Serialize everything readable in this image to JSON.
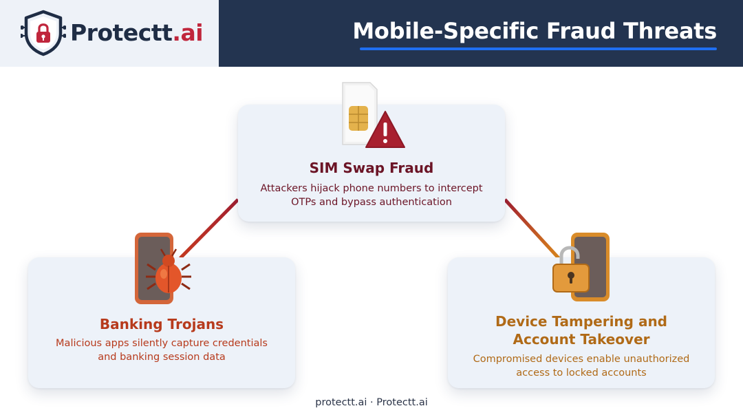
{
  "header": {
    "logo_text_main": "Protectt",
    "logo_text_accent": ".ai",
    "title": "Mobile-Specific Fraud Threats"
  },
  "cards": {
    "sim_swap": {
      "icon": "sim-card-warning-icon",
      "title": "SIM Swap Fraud",
      "desc_line1": "Attackers hijack phone numbers to intercept",
      "desc_line2": "OTPs and bypass authentication"
    },
    "banking_trojans": {
      "icon": "phone-bug-icon",
      "title": "Banking Trojans",
      "desc_line1": "Malicious apps silently capture credentials",
      "desc_line2": "and banking session data"
    },
    "device_tampering": {
      "icon": "phone-unlocked-padlock-icon",
      "title_line1": "Device Tampering and",
      "title_line2": "Account Takeover",
      "desc_line1": "Compromised devices enable unauthorized",
      "desc_line2": "access to locked accounts"
    }
  },
  "footer": {
    "text": "protectt.ai · Protectt.ai"
  },
  "colors": {
    "header_dark": "#233450",
    "logo_panel": "#eef2f8",
    "accent_blue": "#1f6ff2",
    "sim_color": "#6b1426",
    "trojan_color": "#b73a1c",
    "device_color": "#b06a17",
    "card_bg": "#edf2f9"
  }
}
